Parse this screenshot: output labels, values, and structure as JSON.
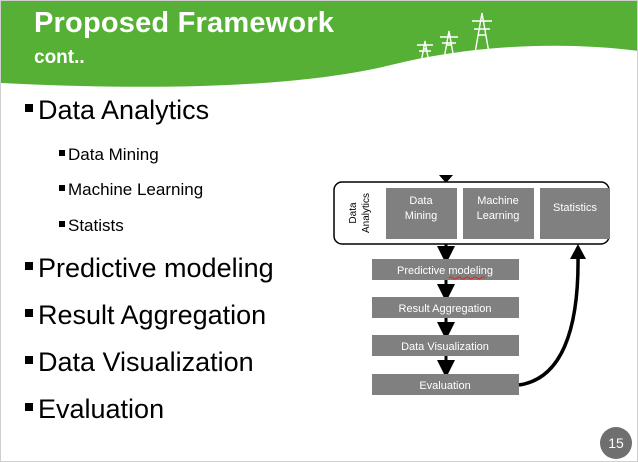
{
  "header": {
    "title": "Proposed Framework",
    "subtitle": "cont..",
    "accent_color": "#56b036"
  },
  "bullets": [
    {
      "text": "Data Analytics",
      "level": 1
    },
    {
      "text": "Data Mining",
      "level": 2
    },
    {
      "text": "Machine Learning",
      "level": 2
    },
    {
      "text": "Statists",
      "level": 2
    },
    {
      "text": "Predictive modeling",
      "level": 1
    },
    {
      "text": "Result Aggregation",
      "level": 1
    },
    {
      "text": "Data Visualization",
      "level": 1
    },
    {
      "text": "Evaluation",
      "level": 1
    }
  ],
  "diagram": {
    "group_label_line1": "Data",
    "group_label_line2": "Analytics",
    "modules": [
      {
        "line1": "Data",
        "line2": "Mining"
      },
      {
        "line1": "Machine",
        "line2": "Learning"
      },
      {
        "line1": "Statistics",
        "line2": ""
      }
    ],
    "steps": [
      "Predictive modeling",
      "Result Aggregation",
      "Data Visualization",
      "Evaluation"
    ],
    "box_color": "#808080"
  },
  "footer": {
    "page_number": "15"
  }
}
